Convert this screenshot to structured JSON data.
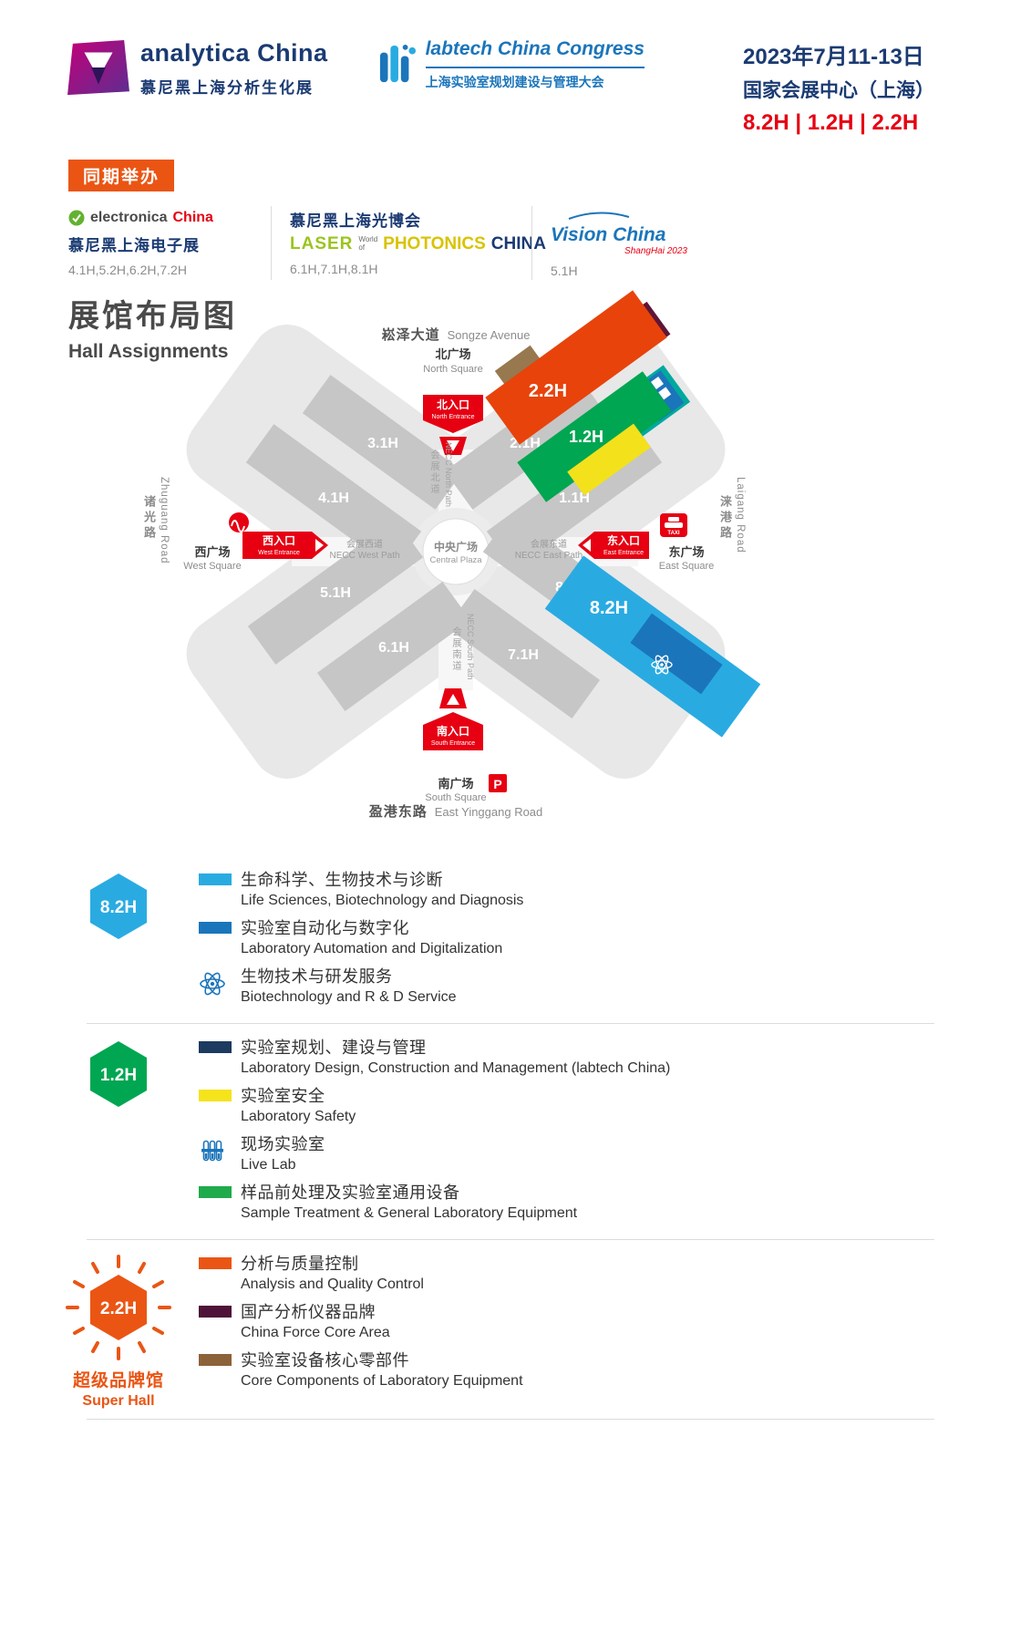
{
  "colors": {
    "navy": "#1a3a72",
    "red": "#e60012",
    "orange": "#ea5514",
    "blue_light": "#29abe2",
    "blue_mid": "#1b75bb",
    "green": "#00a651",
    "teal": "#00a99d",
    "yellow": "#f3e11c",
    "maroon": "#5e1537",
    "brown_block": "#97784f",
    "orange_hall": "#e8430b",
    "hall_gray": "#c6c6c6"
  },
  "header": {
    "analytica": {
      "name": "analytica China",
      "subtitle": "慕尼黑上海分析生化展"
    },
    "labtech": {
      "name": "labtech China Congress",
      "subtitle": "上海实验室规划建设与管理大会"
    },
    "event": {
      "date": "2023年7月11-13日",
      "venue": "国家会展中心（上海）",
      "halls": "8.2H | 1.2H | 2.2H"
    }
  },
  "concurrent": {
    "badge": "同期举办",
    "events": [
      {
        "brand_a": "electronica",
        "brand_b": "China",
        "cn": "慕尼黑上海电子展",
        "halls": "4.1H,5.2H,6.2H,7.2H"
      },
      {
        "cn": "慕尼黑上海光博会",
        "laser": "LASER",
        "world_of": "World of",
        "photonics": "PHOTONICS",
        "china": "CHINA",
        "halls": "6.1H,7.1H,8.1H"
      },
      {
        "brand": "Vision China",
        "sub": "ShangHai 2023",
        "halls": "5.1H"
      }
    ]
  },
  "map": {
    "title_cn": "展馆布局图",
    "title_en": "Hall Assignments",
    "roads": {
      "songze": {
        "cn": "崧泽大道",
        "en": "Songze Avenue"
      },
      "yinggang": {
        "cn": "盈港东路",
        "en": "East Yinggang Road"
      },
      "zhuguang": {
        "cn": "诸光路",
        "en": "Zhuguang Road"
      },
      "laigang": {
        "cn": "涞港路",
        "en": "Laigang Road"
      }
    },
    "paths": {
      "north": {
        "cn": "会展北道",
        "en": "NECC North Path"
      },
      "west": {
        "cn": "会展西道",
        "en": "NECC West Path"
      },
      "east": {
        "cn": "会展东道",
        "en": "NECC East Path"
      },
      "south": {
        "cn": "会展南道",
        "en": "NECC South Path"
      }
    },
    "squares": {
      "north": {
        "cn": "北广场",
        "en": "North Square"
      },
      "west": {
        "cn": "西广场",
        "en": "West Square"
      },
      "east": {
        "cn": "东广场",
        "en": "East Square"
      },
      "south": {
        "cn": "南广场",
        "en": "South Square"
      },
      "central": {
        "cn": "中央广场",
        "en": "Central Plaza"
      }
    },
    "entrances": {
      "north": {
        "cn": "北入口",
        "en": "North Entrance"
      },
      "west": {
        "cn": "西入口",
        "en": "West Entrance"
      },
      "east": {
        "cn": "东入口",
        "en": "East Entrance"
      },
      "south": {
        "cn": "南入口",
        "en": "South Entrance"
      }
    },
    "halls": [
      "3.1H",
      "2.1H",
      "4.1H",
      "1.1H",
      "5.1H",
      "8.1H",
      "6.1H",
      "7.1H"
    ],
    "colored": {
      "h22": "2.2H",
      "h12": "1.2H",
      "h82": "8.2H"
    },
    "labels": {
      "taxi": "TAXI",
      "parking": "P"
    }
  },
  "legend": {
    "sections": [
      {
        "badge": "8.2H",
        "badge_color": "#29abe2",
        "items": [
          {
            "color": "#29abe2",
            "cn": "生命科学、生物技术与诊断",
            "en": "Life Sciences, Biotechnology and Diagnosis"
          },
          {
            "color": "#1b75bb",
            "cn": "实验室自动化与数字化",
            "en": "Laboratory Automation and Digitalization"
          },
          {
            "icon": "atom",
            "cn": "生物技术与研发服务",
            "en": "Biotechnology and R & D Service"
          }
        ]
      },
      {
        "badge": "1.2H",
        "badge_color": "#00a651",
        "items": [
          {
            "color": "#1d3a5f",
            "cn": "实验室规划、建设与管理",
            "en": "Laboratory Design, Construction and Management (labtech China)"
          },
          {
            "color": "#f5e31c",
            "cn": "实验室安全",
            "en": "Laboratory Safety"
          },
          {
            "icon": "tubes",
            "cn": "现场实验室",
            "en": "Live Lab"
          },
          {
            "color": "#1faa4b",
            "cn": "样品前处理及实验室通用设备",
            "en": "Sample Treatment & General Laboratory Equipment"
          }
        ]
      },
      {
        "badge": "2.2H",
        "badge_color": "#ea5514",
        "super_cn": "超级品牌馆",
        "super_en": "Super Hall",
        "items": [
          {
            "color": "#ea5514",
            "cn": "分析与质量控制",
            "en": "Analysis and Quality Control"
          },
          {
            "color": "#4f1238",
            "cn": "国产分析仪器品牌",
            "en": "China Force Core Area"
          },
          {
            "color": "#8c6239",
            "cn": "实验室设备核心零部件",
            "en": "Core Components of Laboratory Equipment"
          }
        ]
      }
    ]
  }
}
